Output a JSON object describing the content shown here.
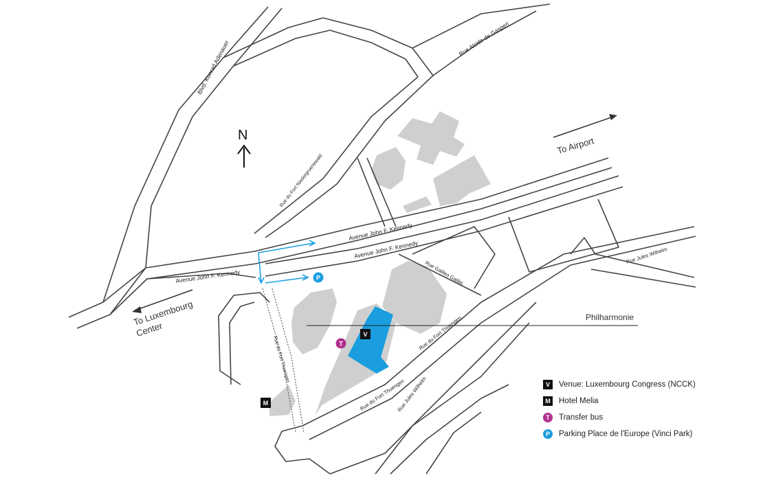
{
  "compass": {
    "letter": "N"
  },
  "streets": {
    "adenauer": "Blvd. Konrad Adenauer",
    "gasperi": "Rue Alcide de Gasperi",
    "niedergruen": "Rue du Fort Niedergruenewald",
    "jfk_upper": "Avenue John F. Kennedy",
    "jfk_lower": "Avenue John F. Kennedy",
    "jfk_left": "Avenue John F. Kennedy",
    "galilee": "Rue Galileo Galilei",
    "wilhelm_right": "Rue Jules Wilhelm",
    "thuengen_right": "Rue du Fort Thuengen",
    "thuengen_vertical": "Rue du Fort Thuengen",
    "thuengen_lower": "Rue du Fort Thuengen",
    "wilhelm_lower": "Rue Jules Wilhelm"
  },
  "directions": {
    "airport": "To Airport",
    "center_line1": "To Luxembourg",
    "center_line2": "Center"
  },
  "landmarks": {
    "philharmonie": "Philharmonie"
  },
  "markers": {
    "venue": "V",
    "hotel": "M",
    "bus": "T",
    "parking": "P"
  },
  "legend": [
    {
      "badge": "V",
      "shape": "square",
      "color": "#111111",
      "text": "Venue: Luxembourg Congress (NCCK)"
    },
    {
      "badge": "M",
      "shape": "square",
      "color": "#111111",
      "text": "Hotel Melia"
    },
    {
      "badge": "T",
      "shape": "circle",
      "color": "#b0308f",
      "text": "Transfer bus"
    },
    {
      "badge": "P",
      "shape": "circle",
      "color": "#1a9ee0",
      "text": "Parking Place de l'Europe (Vinci Park)"
    }
  ],
  "colors": {
    "venue": "#1a9ee0",
    "bus": "#b0308f",
    "parking": "#1a9ee0",
    "building": "#cfcfcf",
    "road": "#444444"
  }
}
